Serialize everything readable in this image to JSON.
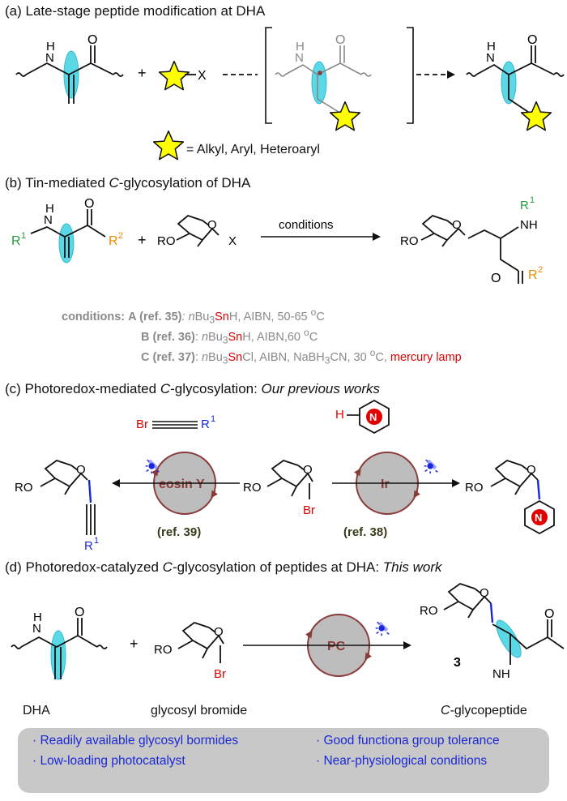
{
  "sections": {
    "a": {
      "title": "(a) Late-stage peptide modification at DHA",
      "legend": "= Alkyl, Aryl, Heteroaryl",
      "leaving_group": "X"
    },
    "b": {
      "title_pre": "(b) Tin-mediated ",
      "title_em": "C",
      "title_post": "-glycosylation of DHA",
      "arrow_label": "conditions",
      "leaving_group": "X",
      "cond_heading": "conditions:",
      "cond_A_ref": "A (ref. 35)",
      "cond_A_text": ": nBu3SnH, AIBN, 50-65 oC",
      "cond_B_ref": "B (ref. 36)",
      "cond_B_text": ": nBu3SnH, AIBN,60 oC",
      "cond_C_ref": "C (ref. 37)",
      "cond_C_text": ": nBu3SnCl, AIBN, NaBH3CN, 30 oC, ",
      "cond_C_lamp": "mercury lamp"
    },
    "c": {
      "title_pre": "(c) Photoredox-mediated ",
      "title_em1": "C",
      "title_mid": "-glycosylation: ",
      "title_em2": "Our previous works",
      "catalyst_left": "eosin Y",
      "catalyst_right": "Ir",
      "ref_left": "(ref. 39)",
      "ref_right": "(ref. 38)",
      "hetero": "N"
    },
    "d": {
      "title_pre": "(d) Photoredox-catalyzed ",
      "title_em": "C",
      "title_mid": "-glycosylation of peptides at DHA: ",
      "title_em2": "This work",
      "catalyst": "PC",
      "compound_number": "3",
      "label_dha": "DHA",
      "label_bromide": "glycosyl bromide",
      "label_product_em": "C",
      "label_product": "-glycopeptide"
    }
  },
  "summary": {
    "items": [
      "· Readily available glycosyl bormides",
      "· Good functiona group tolerance",
      "· Low-loading photocatalyst",
      "· Near-physiological conditions"
    ]
  },
  "colors": {
    "highlight": "#5ad8e6",
    "star": "#ffff00",
    "red": "#e00000",
    "blue": "#1a28d8",
    "green": "#2a9a3a",
    "orange": "#f08a00",
    "cycle": "#8b3a3a",
    "gray": "#bdbdbd"
  }
}
